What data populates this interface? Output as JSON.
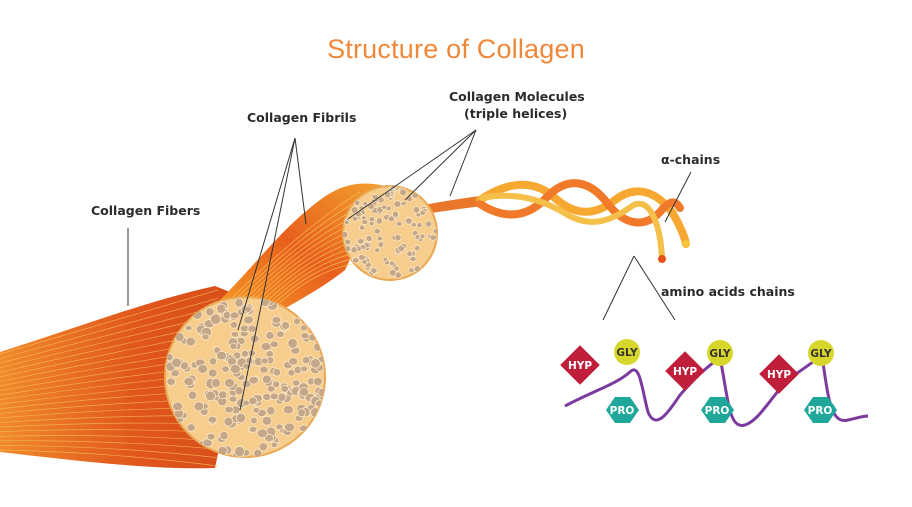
{
  "title": "Structure of Collagen",
  "labels": {
    "fibers": "Collagen Fibers",
    "fibrils": "Collagen Fibrils",
    "molecules_line1": "Collagen Molecules",
    "molecules_line2": "(triple helices)",
    "alpha_chains": "α-chains",
    "amino_chains": "amino acids chains"
  },
  "amino_acids": {
    "hyp": "HYP",
    "gly": "GLY",
    "pro": "PRO"
  },
  "colors": {
    "title": "#f0883a",
    "fiber_dark": "#d9531e",
    "fiber_light": "#f7b531",
    "cross_section": "#f6cd8c",
    "fibril_dot": "#c4a689",
    "hyp": "#c01f3b",
    "gly": "#d7d62a",
    "pro": "#1fa79a",
    "chain": "#7b3a9e"
  }
}
